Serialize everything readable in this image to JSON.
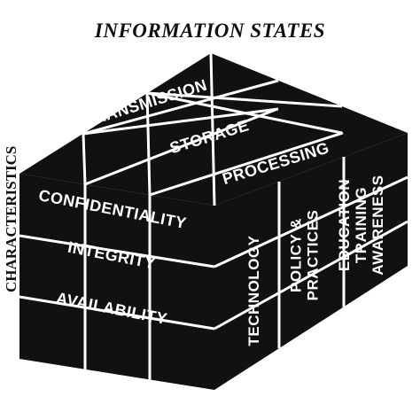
{
  "title": "INFORMATION STATES",
  "side_label": "CHARACTERISTICS",
  "information_states": [
    "TRANSMISSION",
    "STORAGE",
    "PROCESSING"
  ],
  "characteristics": [
    "CONFIDENTIALITY",
    "INTEGRITY",
    "AVAILABILITY"
  ],
  "countermeasures": [
    "TECHNOLOGY",
    "POLICY &\nPRACTICES",
    "EDUCATION\nTRAINING\nAWARENESS"
  ],
  "colors": {
    "cube": "#111111",
    "grid_lines": "#ffffff",
    "background": "#ffffff"
  }
}
